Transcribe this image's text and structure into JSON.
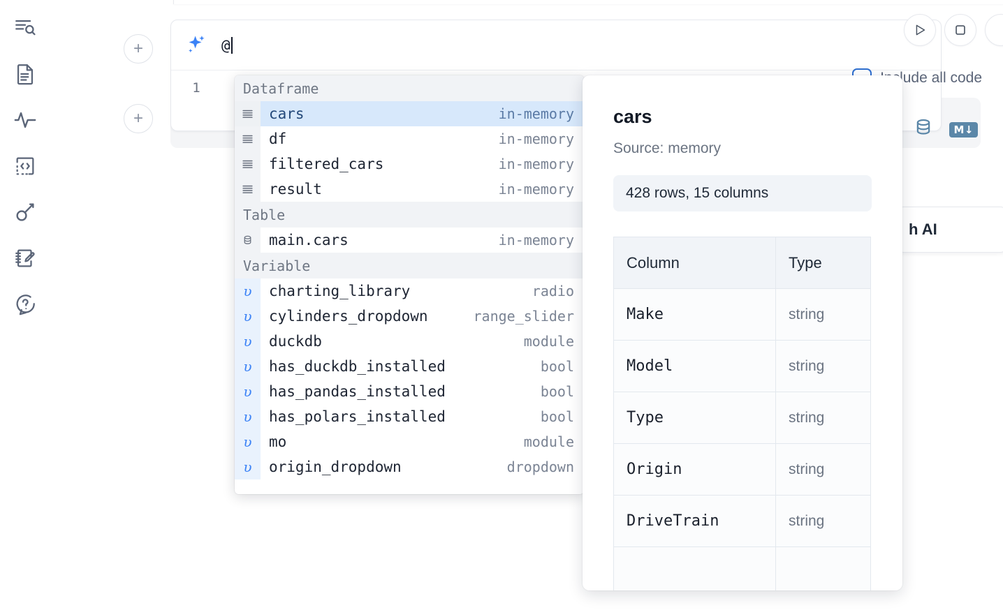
{
  "sidebar": {
    "items": [
      {
        "name": "explore-icon",
        "label": "Explore"
      },
      {
        "name": "file-icon",
        "label": "Files"
      },
      {
        "name": "activity-icon",
        "label": "Activity"
      },
      {
        "name": "snippets-icon",
        "label": "Snippets"
      },
      {
        "name": "secrets-icon",
        "label": "Secrets"
      },
      {
        "name": "scratchpad-icon",
        "label": "Scratchpad"
      },
      {
        "name": "help-icon",
        "label": "Help"
      }
    ]
  },
  "toolbar": {
    "add_cell_label": "+",
    "run_label": "Run",
    "stop_label": "Stop",
    "include_all_code_label": "Include all code",
    "generate_with_ai_label": "h AI",
    "markdown_badge": "M"
  },
  "cell": {
    "prompt_value": "@",
    "line_number": "1"
  },
  "autocomplete": {
    "sections": [
      {
        "title": "Dataframe",
        "icon": "dataframe-icon",
        "kind": "dataframe",
        "items": [
          {
            "label": "cars",
            "meta": "in-memory",
            "selected": true
          },
          {
            "label": "df",
            "meta": "in-memory",
            "selected": false
          },
          {
            "label": "filtered_cars",
            "meta": "in-memory",
            "selected": false
          },
          {
            "label": "result",
            "meta": "in-memory",
            "selected": false
          }
        ]
      },
      {
        "title": "Table",
        "icon": "database-icon",
        "kind": "table",
        "items": [
          {
            "label": "main.cars",
            "meta": "in-memory",
            "selected": false
          }
        ]
      },
      {
        "title": "Variable",
        "icon": "variable-icon",
        "kind": "variable",
        "items": [
          {
            "label": "charting_library",
            "meta": "radio",
            "selected": false
          },
          {
            "label": "cylinders_dropdown",
            "meta": "range_slider",
            "selected": false
          },
          {
            "label": "duckdb",
            "meta": "module",
            "selected": false
          },
          {
            "label": "has_duckdb_installed",
            "meta": "bool",
            "selected": false
          },
          {
            "label": "has_pandas_installed",
            "meta": "bool",
            "selected": false
          },
          {
            "label": "has_polars_installed",
            "meta": "bool",
            "selected": false
          },
          {
            "label": "mo",
            "meta": "module",
            "selected": false
          },
          {
            "label": "origin_dropdown",
            "meta": "dropdown",
            "selected": false
          }
        ]
      }
    ]
  },
  "detail": {
    "title": "cars",
    "source": "Source: memory",
    "stats": "428 rows, 15 columns",
    "columns_header": "Column",
    "type_header": "Type",
    "rows": [
      {
        "column": "Make",
        "type": "string"
      },
      {
        "column": "Model",
        "type": "string"
      },
      {
        "column": "Type",
        "type": "string"
      },
      {
        "column": "Origin",
        "type": "string"
      },
      {
        "column": "DriveTrain",
        "type": "string"
      }
    ]
  },
  "colors": {
    "accent_blue": "#3b82f6",
    "selection_blue": "#d7e8fb",
    "variable_tint": "#e9f2fd",
    "section_gray": "#f1f3f6",
    "text_dark": "#1e2533",
    "text_muted": "#7b8494",
    "md_badge": "#5b87a8"
  }
}
